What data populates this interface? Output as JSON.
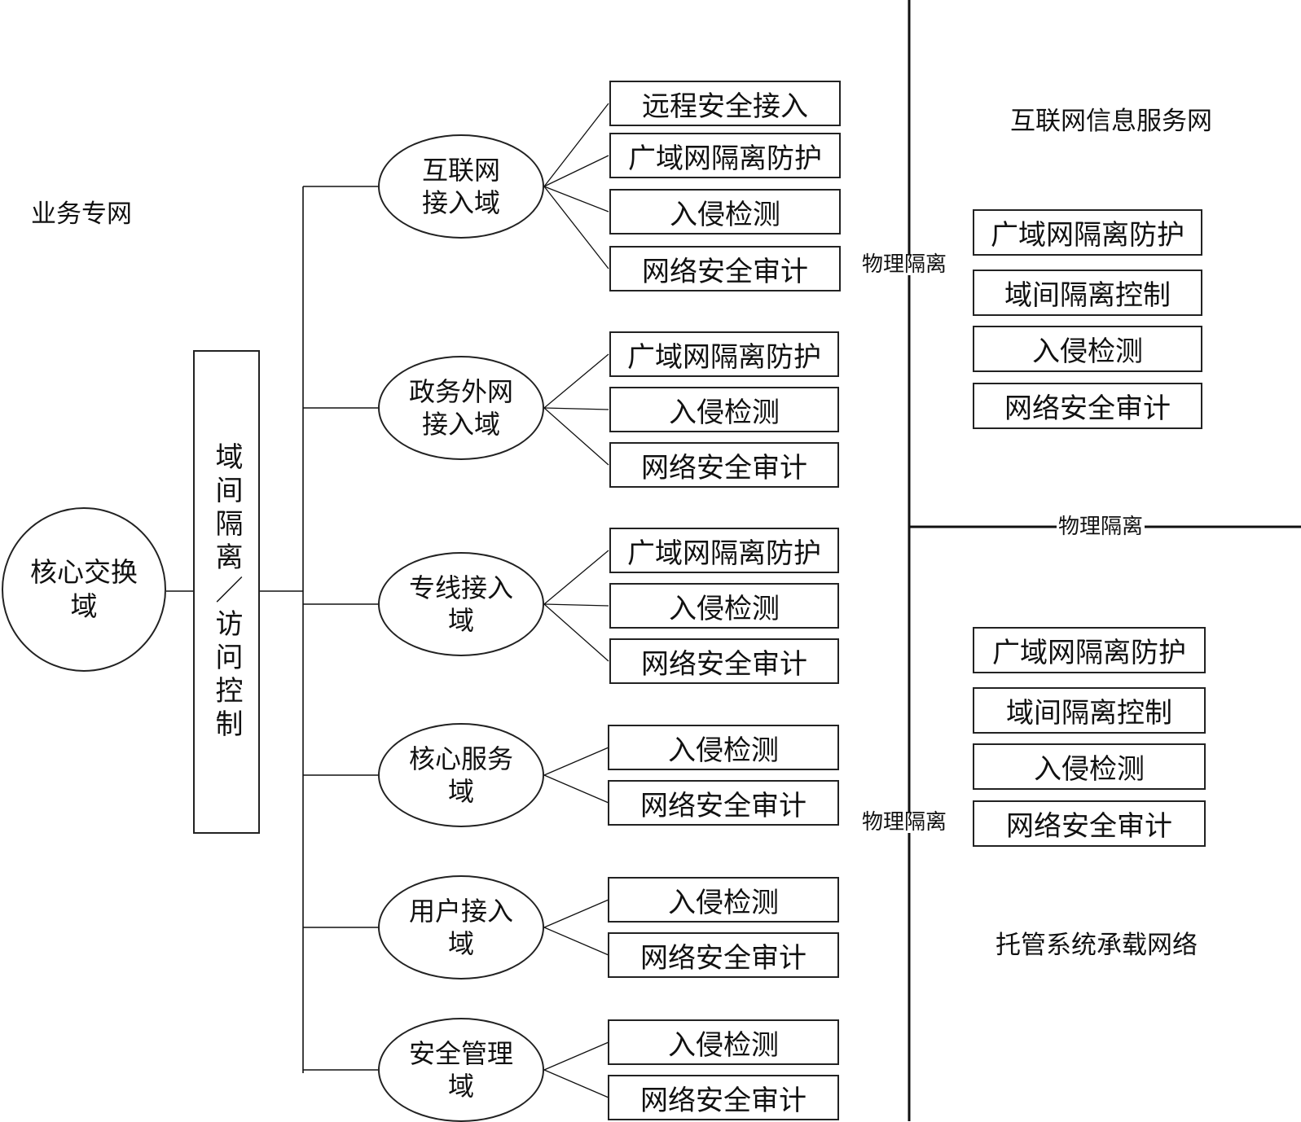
{
  "zones": {
    "business_net": "业务专网",
    "internet_service_net": "互联网信息服务网",
    "hosted_system_net": "托管系统承载网络"
  },
  "physical_isolation": {
    "top": "物理隔离",
    "middle": "物理隔离",
    "bottom": "物理隔离"
  },
  "core": {
    "line1": "核心交换",
    "line2": "域"
  },
  "gateway": {
    "label": "域间隔离／访问控制"
  },
  "domains": [
    {
      "line1": "互联网",
      "line2": "接入域",
      "components": [
        "远程安全接入",
        "广域网隔离防护",
        "入侵检测",
        "网络安全审计"
      ]
    },
    {
      "line1": "政务外网",
      "line2": "接入域",
      "components": [
        "广域网隔离防护",
        "入侵检测",
        "网络安全审计"
      ]
    },
    {
      "line1": "专线接入",
      "line2": "域",
      "components": [
        "广域网隔离防护",
        "入侵检测",
        "网络安全审计"
      ]
    },
    {
      "line1": "核心服务",
      "line2": "域",
      "components": [
        "入侵检测",
        "网络安全审计"
      ]
    },
    {
      "line1": "用户接入",
      "line2": "域",
      "components": [
        "入侵检测",
        "网络安全审计"
      ]
    },
    {
      "line1": "安全管理",
      "line2": "域",
      "components": [
        "入侵检测",
        "网络安全审计"
      ]
    }
  ],
  "internet_service_components": [
    "广域网隔离防护",
    "域间隔离控制",
    "入侵检测",
    "网络安全审计"
  ],
  "hosted_system_components": [
    "广域网隔离防护",
    "域间隔离控制",
    "入侵检测",
    "网络安全审计"
  ]
}
